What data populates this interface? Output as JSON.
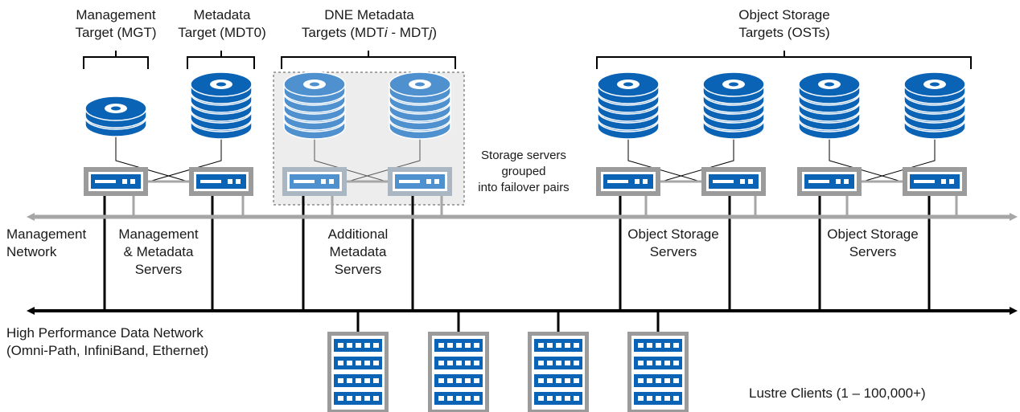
{
  "labels": {
    "mgt": [
      "Management",
      "Target (MGT)"
    ],
    "mdt": [
      "Metadata",
      "Target (MDT0)"
    ],
    "dne": {
      "line1": "DNE Metadata",
      "line2_pre": "Targets (MDT",
      "i": "i",
      "mid": " - MDT",
      "j": "j",
      "post": ")"
    },
    "ost": [
      "Object Storage",
      "Targets (OSTs)"
    ],
    "failover": [
      "Storage servers",
      "grouped",
      "into failover pairs"
    ],
    "mgmt_network": [
      "Management",
      "Network"
    ],
    "mgmt_servers": [
      "Management",
      "& Metadata",
      "Servers"
    ],
    "add_meta": [
      "Additional",
      "Metadata",
      "Servers"
    ],
    "oss1": [
      "Object Storage",
      "Servers"
    ],
    "oss2": [
      "Object Storage",
      "Servers"
    ],
    "hpdn": [
      "High Performance Data Network",
      "(Omni-Path, InfiniBand, Ethernet)"
    ],
    "clients": "Lustre Clients (1 – 100,000+)"
  },
  "colors": {
    "disk_blue": "#0b63b6",
    "disk_light": "#4f90cf",
    "server_frame": "#9b9b9b",
    "server_frame_light": "#aab6c2",
    "mgmt_line": "#a6a6a6",
    "data_line": "#000000",
    "dne_box": "#ededed"
  }
}
